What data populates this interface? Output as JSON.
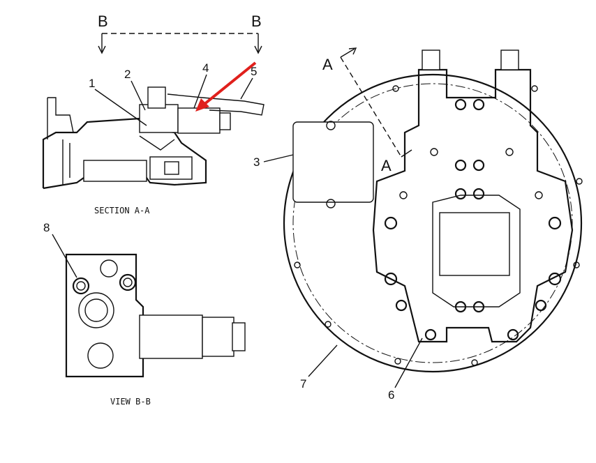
{
  "section_a_a": {
    "caption": "SECTION A-A",
    "view_marker_left": "B",
    "view_marker_right": "B",
    "callouts": [
      "1",
      "2",
      "4",
      "5"
    ]
  },
  "view_b_b": {
    "caption": "VIEW B-B",
    "callouts": [
      "8"
    ]
  },
  "main_view": {
    "section_marker_top": "A",
    "section_marker_bottom": "A",
    "callouts": [
      "3",
      "7",
      "6"
    ]
  },
  "colors": {
    "highlight_arrow": "#e0201c",
    "line": "#111111"
  }
}
